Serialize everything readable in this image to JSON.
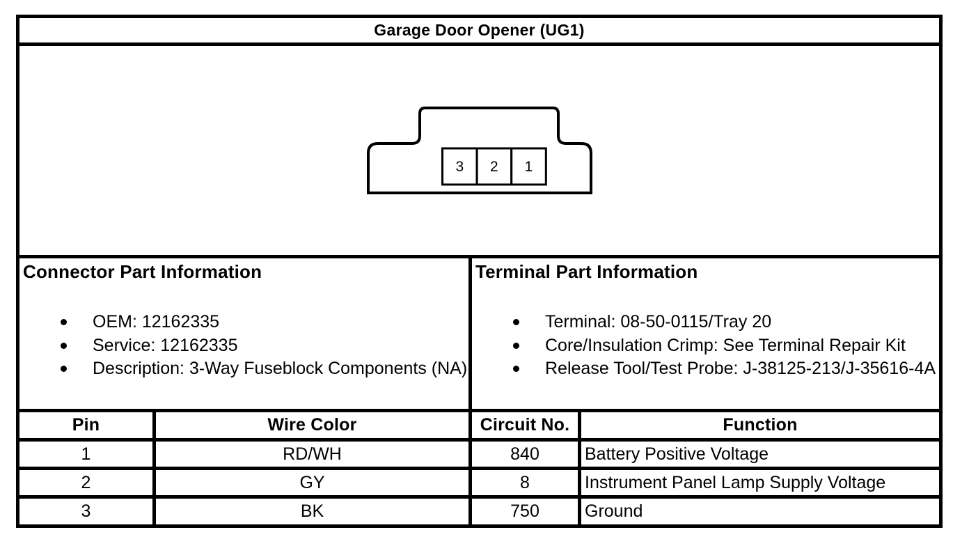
{
  "title": "Garage Door Opener (UG1)",
  "connector": {
    "pins": [
      "3",
      "2",
      "1"
    ]
  },
  "connector_info": {
    "heading": "Connector Part Information",
    "items": [
      "OEM: 12162335",
      "Service: 12162335",
      "Description: 3-Way Fuseblock Components (NA)"
    ]
  },
  "terminal_info": {
    "heading": "Terminal Part Information",
    "items": [
      "Terminal: 08-50-0115/Tray 20",
      "Core/Insulation Crimp: See Terminal Repair Kit",
      "Release Tool/Test Probe: J-38125-213/J-35616-4A"
    ]
  },
  "pin_table": {
    "headers": [
      "Pin",
      "Wire Color",
      "Circuit No.",
      "Function"
    ],
    "rows": [
      [
        "1",
        "RD/WH",
        "840",
        "Battery Positive Voltage"
      ],
      [
        "2",
        "GY",
        "8",
        "Instrument Panel Lamp Supply Voltage"
      ],
      [
        "3",
        "BK",
        "750",
        "Ground"
      ]
    ]
  },
  "colors": {
    "line": "#000000",
    "background": "#ffffff"
  }
}
